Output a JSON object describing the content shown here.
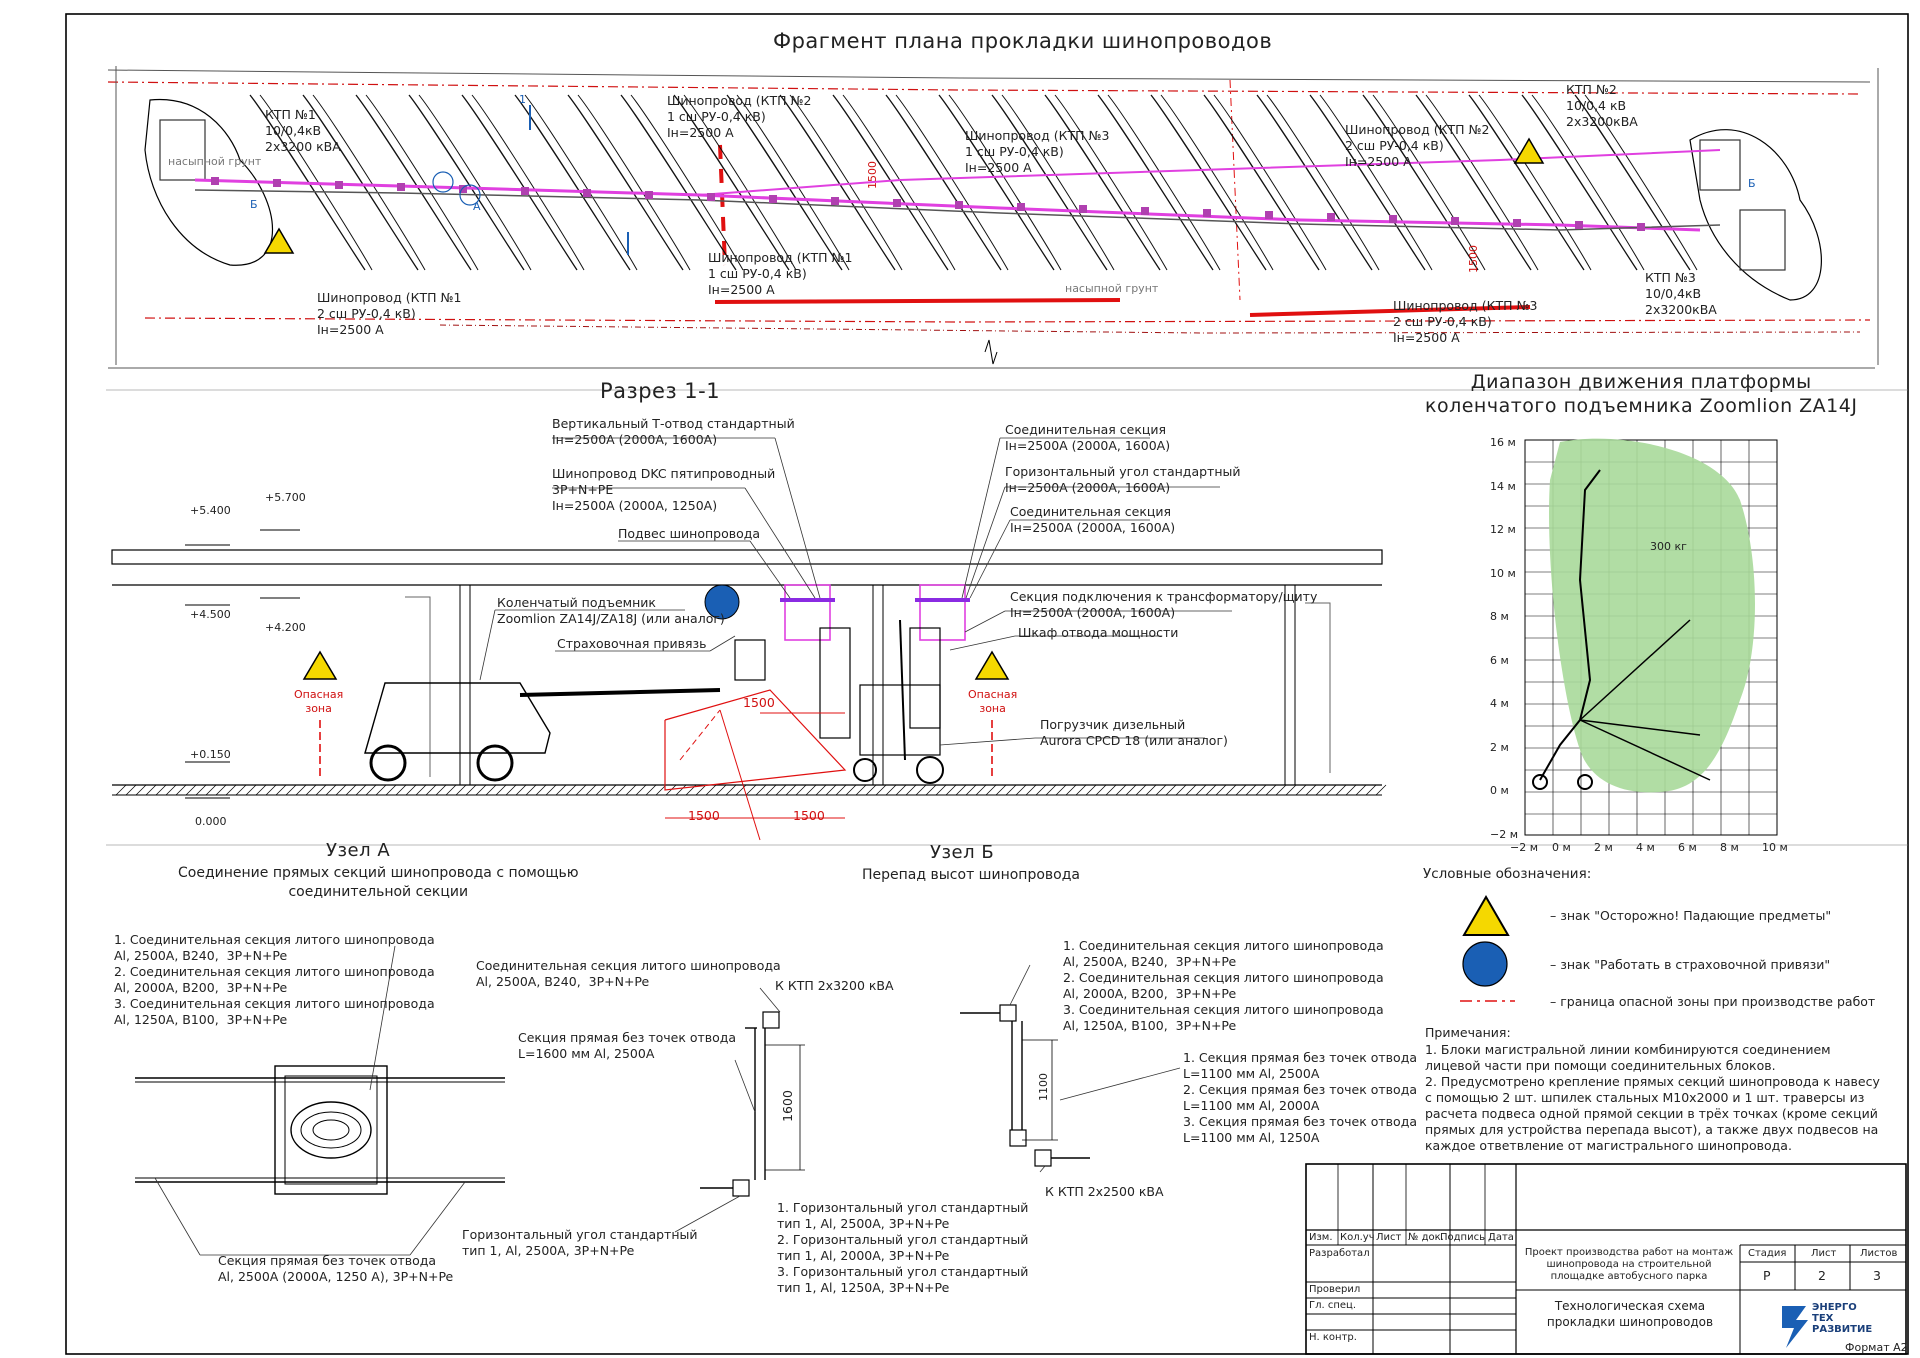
{
  "plan": {
    "title": "Фрагмент плана прокладки шинопроводов",
    "ktp1": "КТП №1\n10/0,4кВ\n2х3200 кВА",
    "ktp2": "КТП №2\n10/0,4 кВ\n2х3200кВА",
    "ktp3": "КТП №3\n10/0,4кВ\n2х3200кВА",
    "bus_ktp2_top": "Шинопровод (КТП №2\n1 сш РУ-0,4 кВ)\nIн=2500 А",
    "bus_ktp3_top": "Шинопровод (КТП №3\n1 сш РУ-0,4 кВ)\nIн=2500 А",
    "bus_ktp2_right": "Шинопровод (КТП №2\n2 сш РУ-0,4 кВ)\nIн=2500 А",
    "bus_ktp1_mid": "Шинопровод (КТП №1\n1 сш РУ-0,4 кВ)\nIн=2500 А",
    "bus_ktp1_left": "Шинопровод (КТП №1\n2 сш РУ-0,4 кВ)\nIн=2500 А",
    "bus_ktp3_bottom": "Шинопровод (КТП №3\n2 сш РУ-0,4 кВ)\nIн=2500 А",
    "dim_1500_a": "1500",
    "dim_1500_b": "1500",
    "fill_soil_1": "насыпной грунт",
    "fill_soil_2": "насыпной грунт",
    "section_mark": "1",
    "node_a": "А",
    "node_b": "Б",
    "node_b2": "Б"
  },
  "section": {
    "title": "Разрез 1-1",
    "lvl_5400": "+5.400",
    "lvl_5700": "+5.700",
    "lvl_4500": "+4.500",
    "lvl_4200": "+4.200",
    "lvl_0150": "+0.150",
    "lvl_0000": "0.000",
    "t_branch": "Вертикальный Т-отвод стандартный\nIн=2500А (2000А, 1600А)",
    "dkc": "Шинопровод DKC пятипроводный\n3P+N+PE\nIн=2500А (2000А, 1250А)",
    "hanger": "Подвес шинопровода",
    "conn1": "Соединительная секция\nIн=2500А (2000А, 1600А)",
    "hcorner": "Горизонтальный угол стандартный\nIн=2500А (2000А, 1600А)",
    "conn2": "Соединительная секция\nIн=2500А (2000А, 1600А)",
    "lift": "Коленчатый подъемник\nZoomlion ZA14J/ZA18J (или аналог)",
    "harness": "Страховочная привязь",
    "transformer_conn": "Секция подключения к трансформатору/щиту\nIн=2500А (2000А, 1600А)",
    "power_cab": "Шкаф отвода мощности",
    "forklift": "Погрузчик дизельный\nAurora CPCD 18 (или аналог)",
    "danger_zone_1": "Опасная\nзона",
    "danger_zone_2": "Опасная\nзона",
    "dim_top": "1500",
    "dim_left": "1500",
    "dim_right": "1500"
  },
  "node_a": {
    "title": "Узел А",
    "subtitle": "Соединение прямых секций шинопровода с помощью\nсоединительной секции",
    "items": "1. Соединительная секция литого шинопровода\nAl, 2500А, B240,  3P+N+Pe\n2. Соединительная секция литого шинопровода\nAl, 2000А, B200,  3P+N+Pe\n3. Соединительная секция литого шинопровода\nAl, 1250А, B100,  3P+N+Pe",
    "straight": "Секция прямая без точек отвода\nAl, 2500А (2000А, 1250 А), 3P+N+Pe"
  },
  "node_b": {
    "title": "Узел Б",
    "subtitle": "Перепад высот шинопровода",
    "conn_left": "Соединительная секция литого шинопровода\nAl, 2500А, B240,  3P+N+Pe",
    "to_ktp_3200": "К КТП 2х3200 кВА",
    "straight_left": "Секция прямая без точек отвода\nL=1600 мм Al, 2500А",
    "dim_1600": "1600",
    "hcorner_left": "Горизонтальный угол стандартный\nтип 1, Al, 2500А, 3P+N+Pe",
    "hcorner_list": "1. Горизонтальный угол стандартный\nтип 1, Al, 2500А, 3P+N+Pe\n2. Горизонтальный угол стандартный\nтип 1, Al, 2000А, 3P+N+Pe\n3. Горизонтальный угол стандартный\nтип 1, Al, 1250А, 3P+N+Pe",
    "conn_list": "1. Соединительная секция литого шинопровода\nAl, 2500А, B240,  3P+N+Pe\n2. Соединительная секция литого шинопровода\nAl, 2000А, B200,  3P+N+Pe\n3. Соединительная секция литого шинопровода\nAl, 1250А, B100,  3P+N+Pe",
    "straight_list": "1. Секция прямая без точек отвода\nL=1100 мм Al, 2500А\n2. Секция прямая без точек отвода\nL=1100 мм Al, 2000А\n3. Секция прямая без точек отвода\nL=1100 мм Al, 1250А",
    "dim_1100": "1100",
    "to_ktp_2500": "К КТП 2х2500 кВА"
  },
  "range": {
    "title": "Диапазон движения платформы\nколенчатого подъемника Zoomlion ZA14J",
    "load": "300 кг",
    "y_ticks": [
      "16 м",
      "14 м",
      "12 м",
      "10 м",
      "8 м",
      "6 м",
      "4 м",
      "2 м",
      "0 м",
      "−2 м"
    ],
    "x_ticks": [
      "−2 м",
      "0 м",
      "2 м",
      "4 м",
      "6 м",
      "8 м",
      "10 м"
    ]
  },
  "legend": {
    "title": "Условные обозначения:",
    "falling": "– знак \"Осторожно! Падающие предметы\"",
    "harness": "– знак \"Работать в страховочной привязи\"",
    "border": "– граница опасной зоны при производстве работ"
  },
  "notes": {
    "title": "Примечания:",
    "n1": "1. Блоки магистральной линии комбинируются соединением лицевой части при помощи соединительных блоков.",
    "n2": "2. Предусмотрено крепление прямых секций шинопровода к навесу с помощью 2 шт. шпилек стальных М10х2000 и 1 шт. траверсы из расчета подвеса одной прямой секции в трёх точках (кроме секций прямых для устройства перепада высот), а также двух подвесов на каждое ответвление от магистрального шинопровода."
  },
  "stamp": {
    "izm": "Изм.",
    "kol": "Кол.уч",
    "list": "Лист",
    "ndok": "№ док.",
    "podp": "Подпись",
    "data": "Дата",
    "razrab": "Разработал",
    "proveril": "Проверил",
    "gl_spec": "Гл. спец.",
    "n_kontr": "Н. контр.",
    "project": "Проект производства работ на монтаж шинопровода на строительной площадке автобусного парка",
    "sheet_title": "Технологическая схема прокладки шинопроводов",
    "stadiya_h": "Стадия",
    "list_h": "Лист",
    "listov_h": "Листов",
    "stadiya": "Р",
    "list_v": "2",
    "listov": "3",
    "logo_line1": "ЭНЕРГО",
    "logo_line2": "ТЕХ",
    "logo_line3": "РАЗВИТИЕ",
    "format": "Формат А2"
  },
  "colors": {
    "red": "#e01010",
    "magenta": "#e040e0",
    "green": "#a9d99a",
    "blue": "#1a5fb4",
    "yellow": "#f5d800"
  }
}
